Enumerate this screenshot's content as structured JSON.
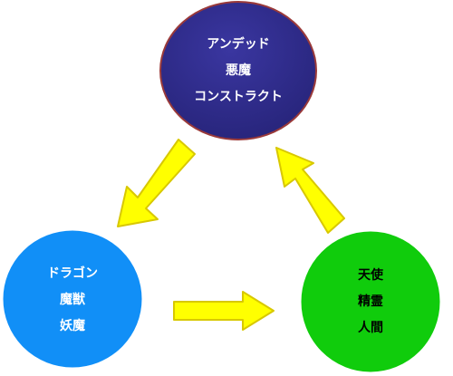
{
  "diagram": {
    "nodes": [
      {
        "id": "top",
        "fill": "#2e2a8a",
        "stroke": "#9a3a3a",
        "text_color": "#ffffff",
        "lines": [
          "アンデッド",
          "悪魔",
          "コンストラクト"
        ]
      },
      {
        "id": "left",
        "fill": "#118ff7",
        "stroke": "#118ff7",
        "text_color": "#ffffff",
        "lines": [
          "ドラゴン",
          "魔獣",
          "妖魔"
        ]
      },
      {
        "id": "right",
        "fill": "#10cc0c",
        "stroke": "#10cc0c",
        "text_color": "#000000",
        "lines": [
          "天使",
          "精霊",
          "人間"
        ]
      }
    ],
    "arrows": {
      "fill": "#ffff00",
      "stroke": "#d8c800",
      "directions": [
        "top-to-left",
        "left-to-right",
        "right-to-top"
      ]
    }
  }
}
